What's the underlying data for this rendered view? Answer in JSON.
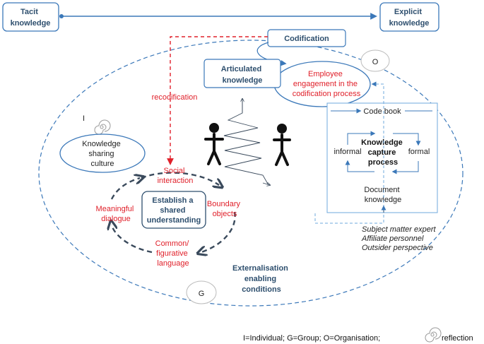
{
  "top": {
    "tacit": [
      "Tacit",
      "knowledge"
    ],
    "explicit": [
      "Explicit",
      "knowledge"
    ]
  },
  "codification": "Codification",
  "articulated": [
    "Articulated",
    "knowledge"
  ],
  "employee": [
    "Employee",
    "engagement in the",
    "codification process"
  ],
  "recodification": "recodification",
  "culture": [
    "Knowledge",
    "sharing",
    "culture"
  ],
  "levels": {
    "individual": "I",
    "group": "G",
    "organisation": "O"
  },
  "cycle": {
    "social": [
      "Social",
      "interaction"
    ],
    "boundary": [
      "Boundary",
      "objects"
    ],
    "common": [
      "Common/",
      "figurative",
      "language"
    ],
    "dialogue": [
      "Meaningful",
      "dialogue"
    ],
    "center": [
      "Establish a",
      "shared",
      "understanding"
    ]
  },
  "capture": {
    "codebook": "Code book",
    "informal": "informal",
    "formal": "formal",
    "process": [
      "Knowledge",
      "capture",
      "process"
    ],
    "document": [
      "Document",
      "knowledge"
    ]
  },
  "roles": [
    "Subject matter expert",
    "Affiliate personnel",
    "Outsider perspective"
  ],
  "externalisation": [
    "Externalisation",
    "enabling",
    "conditions"
  ],
  "legend": {
    "text": "I=Individual; G=Group; O=Organisation;",
    "reflection": "reflection"
  },
  "colors": {
    "blue": "#3b78b9",
    "red": "#e0202a",
    "dark": "#2e4f6e",
    "cycle": "#3a4a5c"
  }
}
